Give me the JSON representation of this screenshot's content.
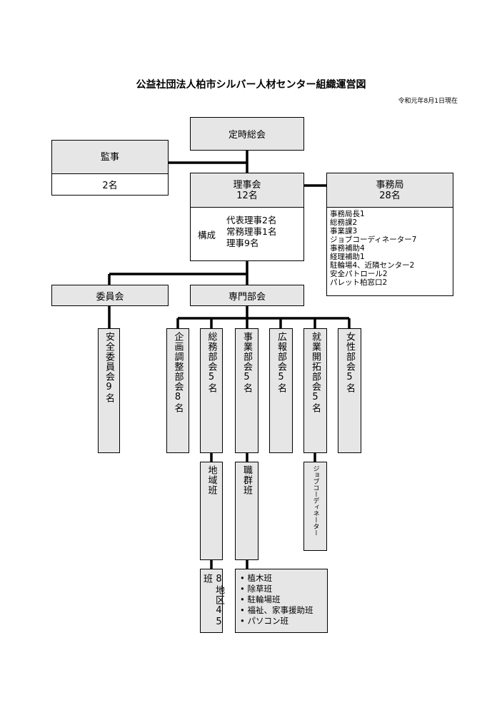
{
  "title": "公益社団法人柏市シルバー人材センター組織運営図",
  "date": "令和元年8月1日現在",
  "general_meeting": "定時総会",
  "auditor": {
    "label": "監事",
    "count": "2名"
  },
  "board": {
    "label": "理事会",
    "count": "12名",
    "composition_label": "構成",
    "members": [
      "代表理事2名",
      "常務理事1名",
      "理事9名"
    ]
  },
  "secretariat": {
    "label": "事務局",
    "count": "28名",
    "items": [
      "事務局長1",
      "総務課2",
      "事業課3",
      "ジョブコーディネーター7",
      "事務補助4",
      "経理補助1",
      "駐輪場4、近隣センター2",
      "安全パトロール2",
      "パレット柏窓口2"
    ]
  },
  "committee": "委員会",
  "specialty": "専門部会",
  "safety_committee": "安全委員会9名",
  "sections": {
    "planning": "企画調整部会8名",
    "general": "総務部会5名",
    "business": "事業部会5名",
    "pr": "広報部会5名",
    "employment": "就業開拓部会5名",
    "women": "女性部会5名"
  },
  "sub": {
    "area": "地域班",
    "job": "職群班",
    "coordinator": "ジョブコーディネーター"
  },
  "area_detail": "8地区45班",
  "job_groups": [
    "植木班",
    "除草班",
    "駐輪場班",
    "福祉、家事援助班",
    "パソコン班"
  ]
}
